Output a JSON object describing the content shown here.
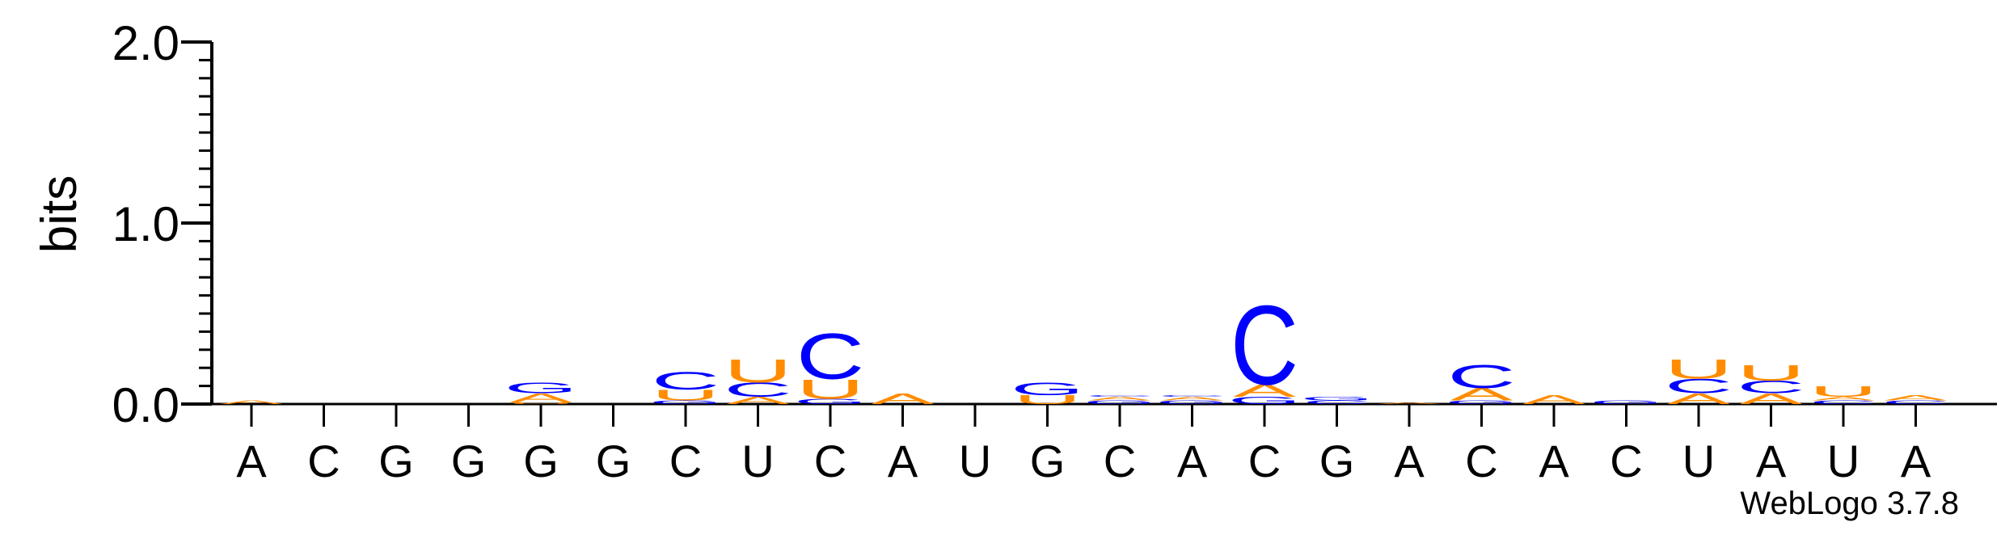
{
  "chart_data": {
    "type": "sequence-logo",
    "ylabel": "bits",
    "xlabel": "",
    "ylim": [
      0,
      2.0
    ],
    "yticks": [
      {
        "value": 0.0,
        "label": "0.0"
      },
      {
        "value": 1.0,
        "label": "1.0"
      },
      {
        "value": 2.0,
        "label": "2.0"
      }
    ],
    "x_labels": [
      "A",
      "C",
      "G",
      "G",
      "G",
      "G",
      "C",
      "U",
      "C",
      "A",
      "U",
      "G",
      "C",
      "A",
      "C",
      "G",
      "A",
      "C",
      "A",
      "C",
      "U",
      "A",
      "U",
      "A"
    ],
    "colors": {
      "A": "#ff8c00",
      "C": "#0000ff",
      "G": "#0000ff",
      "U": "#ff8c00"
    },
    "positions": [
      {
        "stack": [
          [
            "A",
            0.02
          ]
        ]
      },
      {
        "stack": []
      },
      {
        "stack": []
      },
      {
        "stack": []
      },
      {
        "stack": [
          [
            "U",
            0.01
          ],
          [
            "A",
            0.05
          ],
          [
            "G",
            0.06
          ]
        ]
      },
      {
        "stack": []
      },
      {
        "stack": [
          [
            "G",
            0.02
          ],
          [
            "U",
            0.06
          ],
          [
            "C",
            0.1
          ]
        ]
      },
      {
        "stack": [
          [
            "A",
            0.04
          ],
          [
            "C",
            0.08
          ],
          [
            "U",
            0.13
          ]
        ]
      },
      {
        "stack": [
          [
            "G",
            0.03
          ],
          [
            "U",
            0.11
          ],
          [
            "C",
            0.26
          ]
        ]
      },
      {
        "stack": [
          [
            "A",
            0.06
          ]
        ]
      },
      {
        "stack": []
      },
      {
        "stack": [
          [
            "U",
            0.05
          ],
          [
            "G",
            0.07
          ]
        ]
      },
      {
        "stack": [
          [
            "G",
            0.02
          ],
          [
            "A",
            0.02
          ],
          [
            "C",
            0.01
          ]
        ]
      },
      {
        "stack": [
          [
            "G",
            0.02
          ],
          [
            "A",
            0.02
          ],
          [
            "C",
            0.01
          ]
        ]
      },
      {
        "stack": [
          [
            "G",
            0.04
          ],
          [
            "A",
            0.07
          ],
          [
            "C",
            0.45
          ]
        ]
      },
      {
        "stack": [
          [
            "C",
            0.02
          ],
          [
            "G",
            0.02
          ]
        ]
      },
      {
        "stack": [
          [
            "A",
            0.01
          ]
        ]
      },
      {
        "stack": [
          [
            "G",
            0.02
          ],
          [
            "A",
            0.07
          ],
          [
            "C",
            0.13
          ]
        ]
      },
      {
        "stack": [
          [
            "A",
            0.05
          ]
        ]
      },
      {
        "stack": [
          [
            "G",
            0.02
          ]
        ]
      },
      {
        "stack": [
          [
            "A",
            0.06
          ],
          [
            "C",
            0.08
          ],
          [
            "U",
            0.11
          ]
        ]
      },
      {
        "stack": [
          [
            "A",
            0.06
          ],
          [
            "C",
            0.07
          ],
          [
            "U",
            0.09
          ]
        ]
      },
      {
        "stack": [
          [
            "C",
            0.02
          ],
          [
            "A",
            0.02
          ],
          [
            "U",
            0.06
          ]
        ]
      },
      {
        "stack": [
          [
            "C",
            0.02
          ],
          [
            "A",
            0.03
          ]
        ]
      }
    ],
    "footer": "WebLogo 3.7.8"
  }
}
